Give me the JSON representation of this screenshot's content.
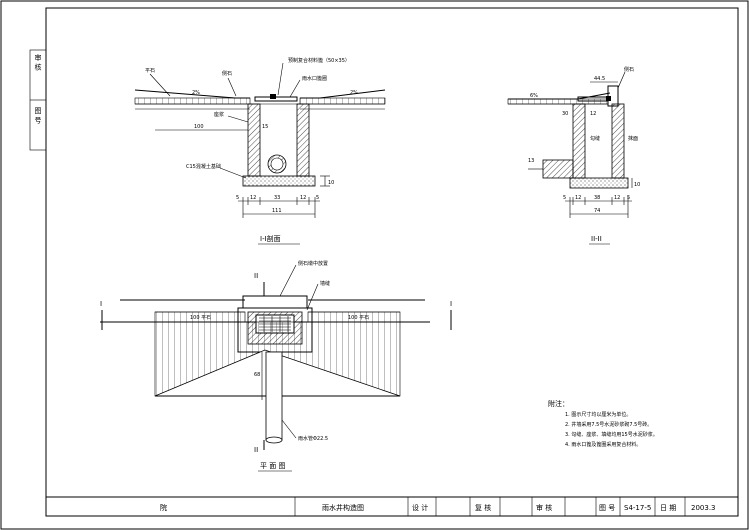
{
  "left_strip": {
    "top_label": "审 核",
    "bottom_label": "图 号"
  },
  "section1": {
    "title": "I-I剖面",
    "labels": {
      "pingshi": "平石",
      "yuanshi": "侧石",
      "grate_note": "预制复合材料篦（50×35）",
      "inlet_note": "雨水口篦圈",
      "mortar": "座浆",
      "base_note": "C15混凝土基础",
      "slope_l": "2%",
      "slope_r": "2%",
      "dim_100": "100",
      "dim_15": "15"
    },
    "dims": {
      "d5a": "5",
      "d12a": "12",
      "d33": "33",
      "d12b": "12",
      "d5b": "5",
      "d111": "111",
      "h10": "10"
    }
  },
  "section2": {
    "title": "II-II",
    "labels": {
      "yuanshi": "侧石",
      "dim_44": "44.5",
      "slope": "6%",
      "d30": "30",
      "d12": "12",
      "goufeng": "勾缝",
      "jijiang": "抹面",
      "d13": "13",
      "h10": "10"
    },
    "dims": {
      "d5a": "5",
      "d12a": "12",
      "d38": "38",
      "d12b": "12",
      "d5b": "5",
      "d74": "74"
    }
  },
  "plan": {
    "title": "平 面 图",
    "marker_I_left": "I",
    "marker_I_right": "I",
    "marker_II_top": "II",
    "marker_II_bottom": "II",
    "note_curb": "侧石墩中放置",
    "note_well": "墙缝",
    "label_left": "100 平石",
    "label_right": "100 平石",
    "pipe_note": "雨水管Φ22.5",
    "dim_vert": "68"
  },
  "notes": {
    "heading": "附注：",
    "items": [
      "1. 图示尺寸均以厘米为单位。",
      "2. 井墙采用7.5号水泥砂浆砌7.5号砖。",
      "3. 勾缝、座浆、填缝均用15号水泥砂浆。",
      "4. 雨水口篦及篦圈采用复合材料。"
    ]
  },
  "title_block": {
    "unit": "院",
    "drawing_name": "雨水井构造图",
    "design": "设 计",
    "review": "复 核",
    "check": "审 核",
    "drawing_no_label": "图 号",
    "drawing_no": "S4-17-5",
    "date_label": "日 期",
    "date": "2003.3"
  }
}
